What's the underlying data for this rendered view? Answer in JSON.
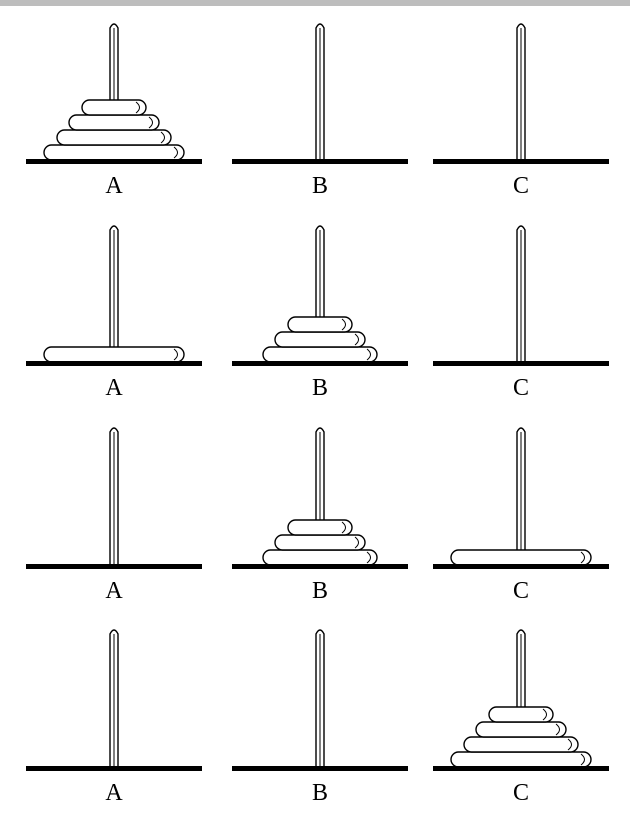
{
  "diagram": {
    "peg_labels": [
      "A",
      "B",
      "C"
    ],
    "stages": [
      {
        "stage": 1,
        "towers": {
          "A": [
            4,
            3,
            2,
            1
          ],
          "B": [],
          "C": []
        }
      },
      {
        "stage": 2,
        "towers": {
          "A": [
            4
          ],
          "B": [
            3,
            2,
            1
          ],
          "C": []
        }
      },
      {
        "stage": 3,
        "towers": {
          "A": [],
          "B": [
            3,
            2,
            1
          ],
          "C": [
            4
          ]
        }
      },
      {
        "stage": 4,
        "towers": {
          "A": [],
          "B": [],
          "C": [
            4,
            3,
            2,
            1
          ]
        }
      }
    ]
  },
  "colors": {
    "stroke": "#000000",
    "fill": "#ffffff",
    "background": "#ffffff"
  }
}
